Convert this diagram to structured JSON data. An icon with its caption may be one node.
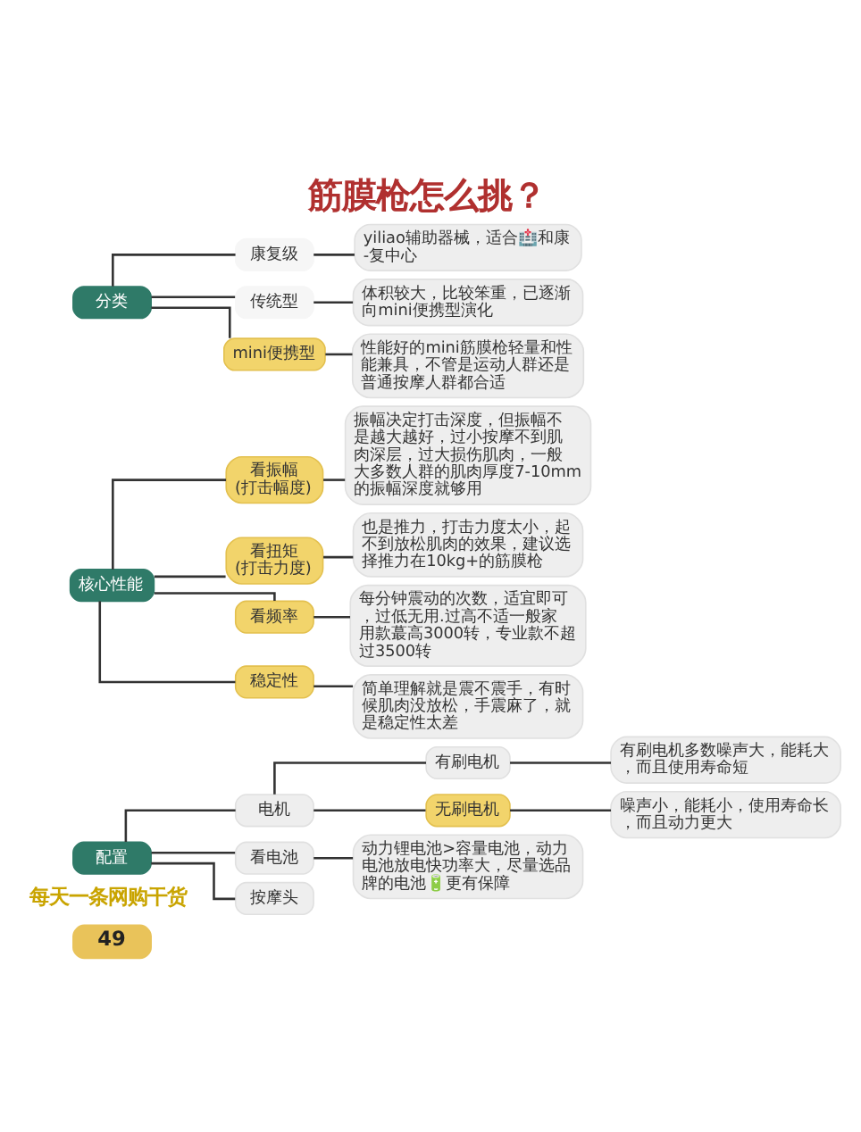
{
  "diagram": {
    "title": "筋膜枪怎么挑？",
    "nodes": [
      {
        "text": [
          "分类"
        ]
      },
      {
        "text": [
          "康复级"
        ]
      },
      {
        "text": [
          "yiliao辅助器械，适合🏥和康-复中心"
        ]
      },
      {
        "text": [
          "传统型"
        ]
      },
      {
        "text": [
          "体积较大，比较笨重，已逐渐向mini便携型演化"
        ]
      },
      {
        "text": [
          "mini便携型"
        ]
      },
      {
        "text": [
          "性能好的mini筋膜枪轻量和性能兼具，不管是运动人群还是普通按摩人群都合适"
        ]
      },
      {
        "text": [
          "核心性能"
        ]
      },
      {
        "text": [
          "看振幅(打击幅度)"
        ]
      },
      {
        "text": [
          "振幅决定打击深度，但振幅不是越大越好，过小按摩不到肌肉深层，过大损伤肌肉，一般大多数人群的肌肉厚度7-10mm的振幅深度就够用"
        ]
      },
      {
        "text": [
          "看扭矩(打击力度)"
        ]
      },
      {
        "text": [
          "也是推力，打击力度太小，起不到放松肌肉的效果，建议选择推力在10kg+的筋膜枪"
        ]
      },
      {
        "text": [
          "看频率"
        ]
      },
      {
        "text": [
          "每分钟震动的次数，适宜即可，过低无用.过高不适一般家用款蕞高3000转，专业款不超过3500转"
        ]
      },
      {
        "text": [
          "稳定性"
        ]
      },
      {
        "text": [
          "简单理解就是震不震手，有时候肌肉没放松，手震麻了，就是稳定性太差"
        ]
      },
      {
        "text": [
          "配置"
        ]
      },
      {
        "text": [
          "电机"
        ]
      },
      {
        "text": [
          "有刷电机"
        ]
      },
      {
        "text": [
          "有刷电机多数噪声大，能耗大，而且使用寿命短"
        ]
      },
      {
        "text": [
          "无刷电机"
        ]
      },
      {
        "text": [
          "噪声小，能耗小，使用寿命长，而且动力更大"
        ]
      },
      {
        "text": [
          "看电池"
        ]
      },
      {
        "text": [
          "动力锂电池>容量电池，动力电池放电快功率大，尽量选品牌的电池🔋更有保障"
        ]
      },
      {
        "text": [
          "按摩头"
        ]
      }
    ],
    "edges": [
      {
        "from": 0,
        "to": 1,
        "arrow": "none"
      },
      {
        "from": 1,
        "to": 2,
        "arrow": "none"
      },
      {
        "from": 0,
        "to": 3,
        "arrow": "none"
      },
      {
        "from": 3,
        "to": 4,
        "arrow": "none"
      },
      {
        "from": 0,
        "to": 5,
        "arrow": "none"
      },
      {
        "from": 5,
        "to": 6,
        "arrow": "none"
      },
      {
        "from": 7,
        "to": 8,
        "arrow": "none"
      },
      {
        "from": 8,
        "to": 9,
        "arrow": "none"
      },
      {
        "from": 7,
        "to": 10,
        "arrow": "none"
      },
      {
        "from": 10,
        "to": 11,
        "arrow": "none"
      },
      {
        "from": 7,
        "to": 12,
        "arrow": "none"
      },
      {
        "from": 12,
        "to": 13,
        "arrow": "none"
      },
      {
        "from": 7,
        "to": 14,
        "arrow": "none"
      },
      {
        "from": 14,
        "to": 15,
        "arrow": "none"
      },
      {
        "from": 16,
        "to": 17,
        "arrow": "none"
      },
      {
        "from": 17,
        "to": 18,
        "arrow": "none"
      },
      {
        "from": 18,
        "to": 19,
        "arrow": "none"
      },
      {
        "from": 17,
        "to": 20,
        "arrow": "none"
      },
      {
        "from": 20,
        "to": 21,
        "arrow": "none"
      },
      {
        "from": 16,
        "to": 22,
        "arrow": "none"
      },
      {
        "from": 22,
        "to": 23,
        "arrow": "none"
      },
      {
        "from": 16,
        "to": 24,
        "arrow": "none"
      }
    ],
    "labels": [
      "每天一条网购干货",
      "49"
    ]
  }
}
